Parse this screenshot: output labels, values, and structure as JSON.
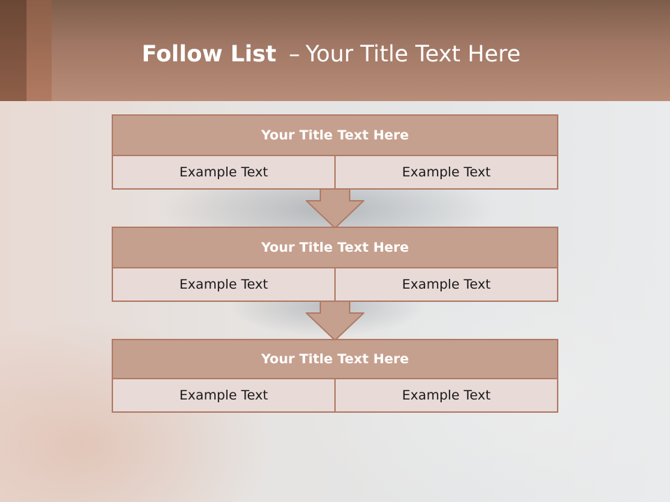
{
  "slide": {
    "title_bold": "Follow List",
    "title_dash": "–",
    "title_rest": "Your Title Text Here"
  },
  "steps": [
    {
      "title": "Your Title Text Here",
      "left": "Example Text",
      "right": "Example Text"
    },
    {
      "title": "Your Title Text Here",
      "left": "Example Text",
      "right": "Example Text"
    },
    {
      "title": "Your Title Text Here",
      "left": "Example Text",
      "right": "Example Text"
    }
  ],
  "colors": {
    "header": "#a17865",
    "block_head": "#c6a08e",
    "cell": "#e8dad7",
    "border": "#b07b66"
  }
}
